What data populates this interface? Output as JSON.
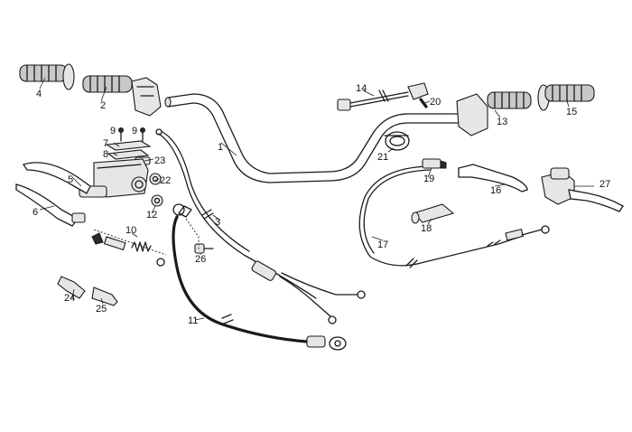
{
  "callouts": [
    {
      "id": "c1",
      "text": "1"
    },
    {
      "id": "c2",
      "text": "2"
    },
    {
      "id": "c3",
      "text": "3"
    },
    {
      "id": "c4",
      "text": "4"
    },
    {
      "id": "c5",
      "text": "5"
    },
    {
      "id": "c6",
      "text": "6"
    },
    {
      "id": "c7",
      "text": "7"
    },
    {
      "id": "c8",
      "text": "8"
    },
    {
      "id": "c9a",
      "text": "9"
    },
    {
      "id": "c9b",
      "text": "9"
    },
    {
      "id": "c10",
      "text": "10"
    },
    {
      "id": "c11",
      "text": "11"
    },
    {
      "id": "c12",
      "text": "12"
    },
    {
      "id": "c13",
      "text": "13"
    },
    {
      "id": "c14",
      "text": "14"
    },
    {
      "id": "c15",
      "text": "15"
    },
    {
      "id": "c16",
      "text": "16"
    },
    {
      "id": "c17",
      "text": "17"
    },
    {
      "id": "c18",
      "text": "18"
    },
    {
      "id": "c19",
      "text": "19"
    },
    {
      "id": "c20",
      "text": "20"
    },
    {
      "id": "c21",
      "text": "21"
    },
    {
      "id": "c22",
      "text": "22"
    },
    {
      "id": "c23",
      "text": "23"
    },
    {
      "id": "c24",
      "text": "24"
    },
    {
      "id": "c25",
      "text": "25"
    },
    {
      "id": "c26",
      "text": "26"
    },
    {
      "id": "c27",
      "text": "27"
    }
  ]
}
